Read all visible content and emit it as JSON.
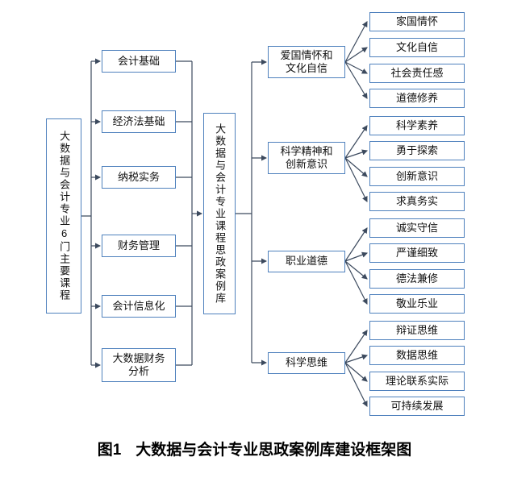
{
  "colors": {
    "box_border": "#4f81bd",
    "connector": "#3c4a5e"
  },
  "diagram": {
    "root": "大数据与会计专业6门主要课程",
    "hub": "大数据与会计专业课程思政案例库",
    "courses": [
      "会计基础",
      "经济法基础",
      "纳税实务",
      "财务管理",
      "会计信息化",
      "大数据财务\n分析"
    ],
    "categories": [
      {
        "label": "爱国情怀和\n文化自信",
        "children": [
          "家国情怀",
          "文化自信",
          "社会责任感",
          "道德修养"
        ]
      },
      {
        "label": "科学精神和\n创新意识",
        "children": [
          "科学素养",
          "勇于探索",
          "创新意识",
          "求真务实"
        ]
      },
      {
        "label": "职业道德",
        "children": [
          "诚实守信",
          "严谨细致",
          "德法兼修",
          "敬业乐业"
        ]
      },
      {
        "label": "科学思维",
        "children": [
          "辩证思维",
          "数据思维",
          "理论联系实际",
          "可持续发展"
        ]
      }
    ]
  },
  "caption": {
    "label": "图1",
    "title": "大数据与会计专业思政案例库建设框架图"
  }
}
